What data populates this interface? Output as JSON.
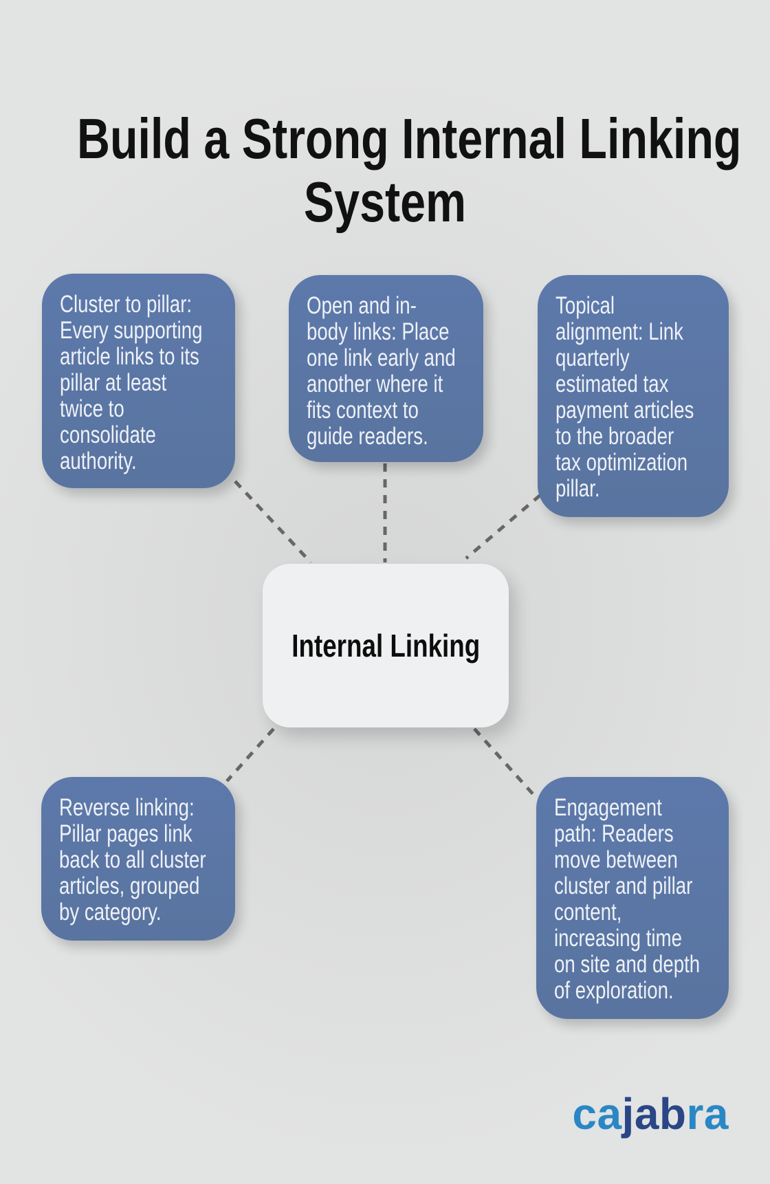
{
  "title": {
    "line1": "Build a Strong Internal Linking",
    "line2": "System"
  },
  "center_node": {
    "label": "Internal Linking"
  },
  "nodes": [
    {
      "name": "cluster-to-pillar",
      "lines": [
        "Cluster to pillar:",
        "Every supporting",
        "article links to its",
        "pillar at least",
        "twice to",
        "consolidate",
        "authority."
      ]
    },
    {
      "name": "open-and-in-body-links",
      "lines": [
        "Open and in-",
        "body links: Place",
        "one link early and",
        "another where it",
        "fits context to",
        "guide readers."
      ]
    },
    {
      "name": "topical-alignment",
      "lines": [
        "Topical",
        "alignment: Link",
        "quarterly",
        "estimated tax",
        "payment articles",
        "to the broader",
        "tax optimization",
        "pillar."
      ]
    },
    {
      "name": "reverse-linking",
      "lines": [
        "Reverse linking:",
        "Pillar pages link",
        "back to all cluster",
        "articles, grouped",
        "by category."
      ]
    },
    {
      "name": "engagement-path",
      "lines": [
        "Engagement",
        "path: Readers",
        "move between",
        "cluster and pillar",
        "content,",
        "increasing time",
        "on site and depth",
        "of exploration."
      ]
    }
  ],
  "logo": {
    "segments": [
      {
        "text": "ca",
        "color": "#2a87c5"
      },
      {
        "text": "jab",
        "color": "#2a4687"
      },
      {
        "text": "ra",
        "color": "#2a87c5"
      }
    ]
  },
  "colors": {
    "background": "#dcdddd",
    "node_fill": "#5c78a9",
    "node_text": "#eef1f7",
    "center_fill": "#eef0f1",
    "center_text": "#0d0d0d",
    "connector": "#676767",
    "title_text": "#111111",
    "logo_light": "#2a87c5",
    "logo_dark": "#2a4687"
  }
}
